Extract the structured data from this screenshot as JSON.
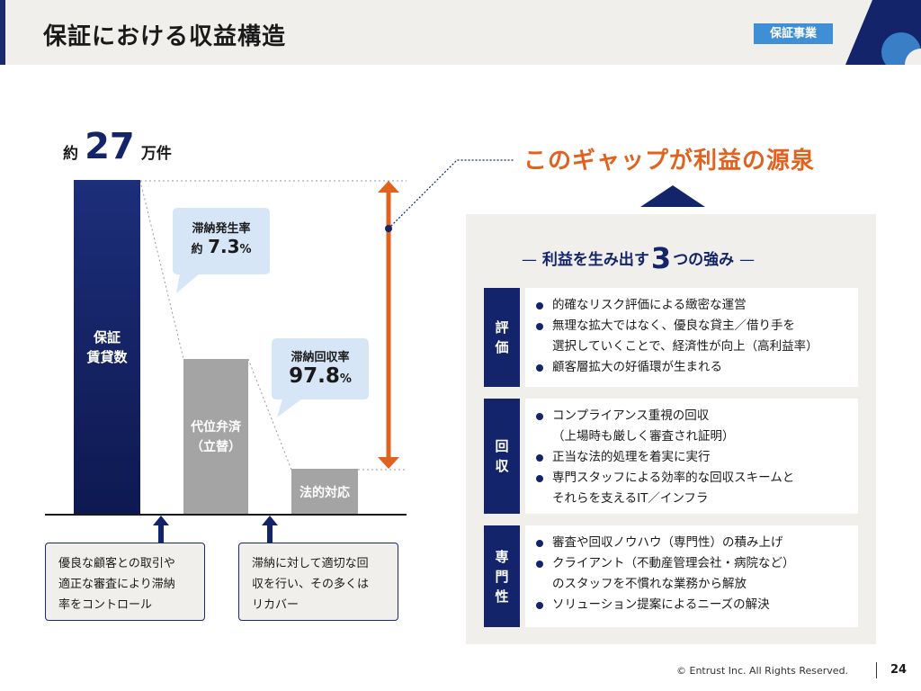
{
  "header": {
    "title": "保証における収益構造",
    "tag": "保証事業"
  },
  "amount": {
    "prefix": "約",
    "value": "27",
    "unit": "万件"
  },
  "bars": {
    "main": [
      "保証",
      "賃貸数"
    ],
    "mid": [
      "代位弁済",
      "（立替）"
    ],
    "low": "法的対応"
  },
  "callouts": {
    "delinquency": {
      "label": "滞納発生率",
      "prefix": "約",
      "value": "7.3",
      "unit": "%"
    },
    "recovery": {
      "label": "滞納回収率",
      "value": "97.8",
      "unit": "%"
    }
  },
  "notes": {
    "left": [
      "優良な顧客との取引や",
      "適正な審査により滞納",
      "率をコントロール"
    ],
    "right": [
      "滞納に対して適切な回",
      "収を行い、その多くは",
      "リカバー"
    ]
  },
  "gap_title": "このギャップが利益の源泉",
  "strengths": {
    "title_pre": "利益を生み出す",
    "title_num": "3",
    "title_post": "つの強み",
    "dash": "—",
    "rows": [
      {
        "label": [
          "評",
          "価"
        ],
        "items": [
          [
            "的確なリスク評価による緻密な運営"
          ],
          [
            "無理な拡大ではなく、優良な貸主／借り手を",
            "選択していくことで、経済性が向上（高利益率）"
          ],
          [
            "顧客層拡大の好循環が生まれる"
          ]
        ]
      },
      {
        "label": [
          "回",
          "収"
        ],
        "items": [
          [
            "コンプライアンス重視の回収",
            "（上場時も厳しく審査され証明）"
          ],
          [
            "正当な法的処理を着実に実行"
          ],
          [
            "専門スタッフによる効率的な回収スキームと",
            "それらを支えるIT／インフラ"
          ]
        ]
      },
      {
        "label": [
          "専",
          "門",
          "性"
        ],
        "items": [
          [
            "審査や回収ノウハウ（専門性）の積み上げ"
          ],
          [
            "クライアント（不動産管理会社・病院など）",
            "のスタッフを不慣れな業務から解放"
          ],
          [
            "ソリューション提案によるニーズの解決"
          ]
        ]
      }
    ]
  },
  "footer": {
    "copyright": "© Entrust Inc. All Rights Reserved.",
    "page": "24"
  },
  "colors": {
    "navy": "#13246b",
    "orange": "#e1621f",
    "blue_tag": "#3f8fd6",
    "callout_bg": "#d6e6f7",
    "panel_bg": "#f1efeb",
    "bar_gray": "#a4a4a4"
  }
}
